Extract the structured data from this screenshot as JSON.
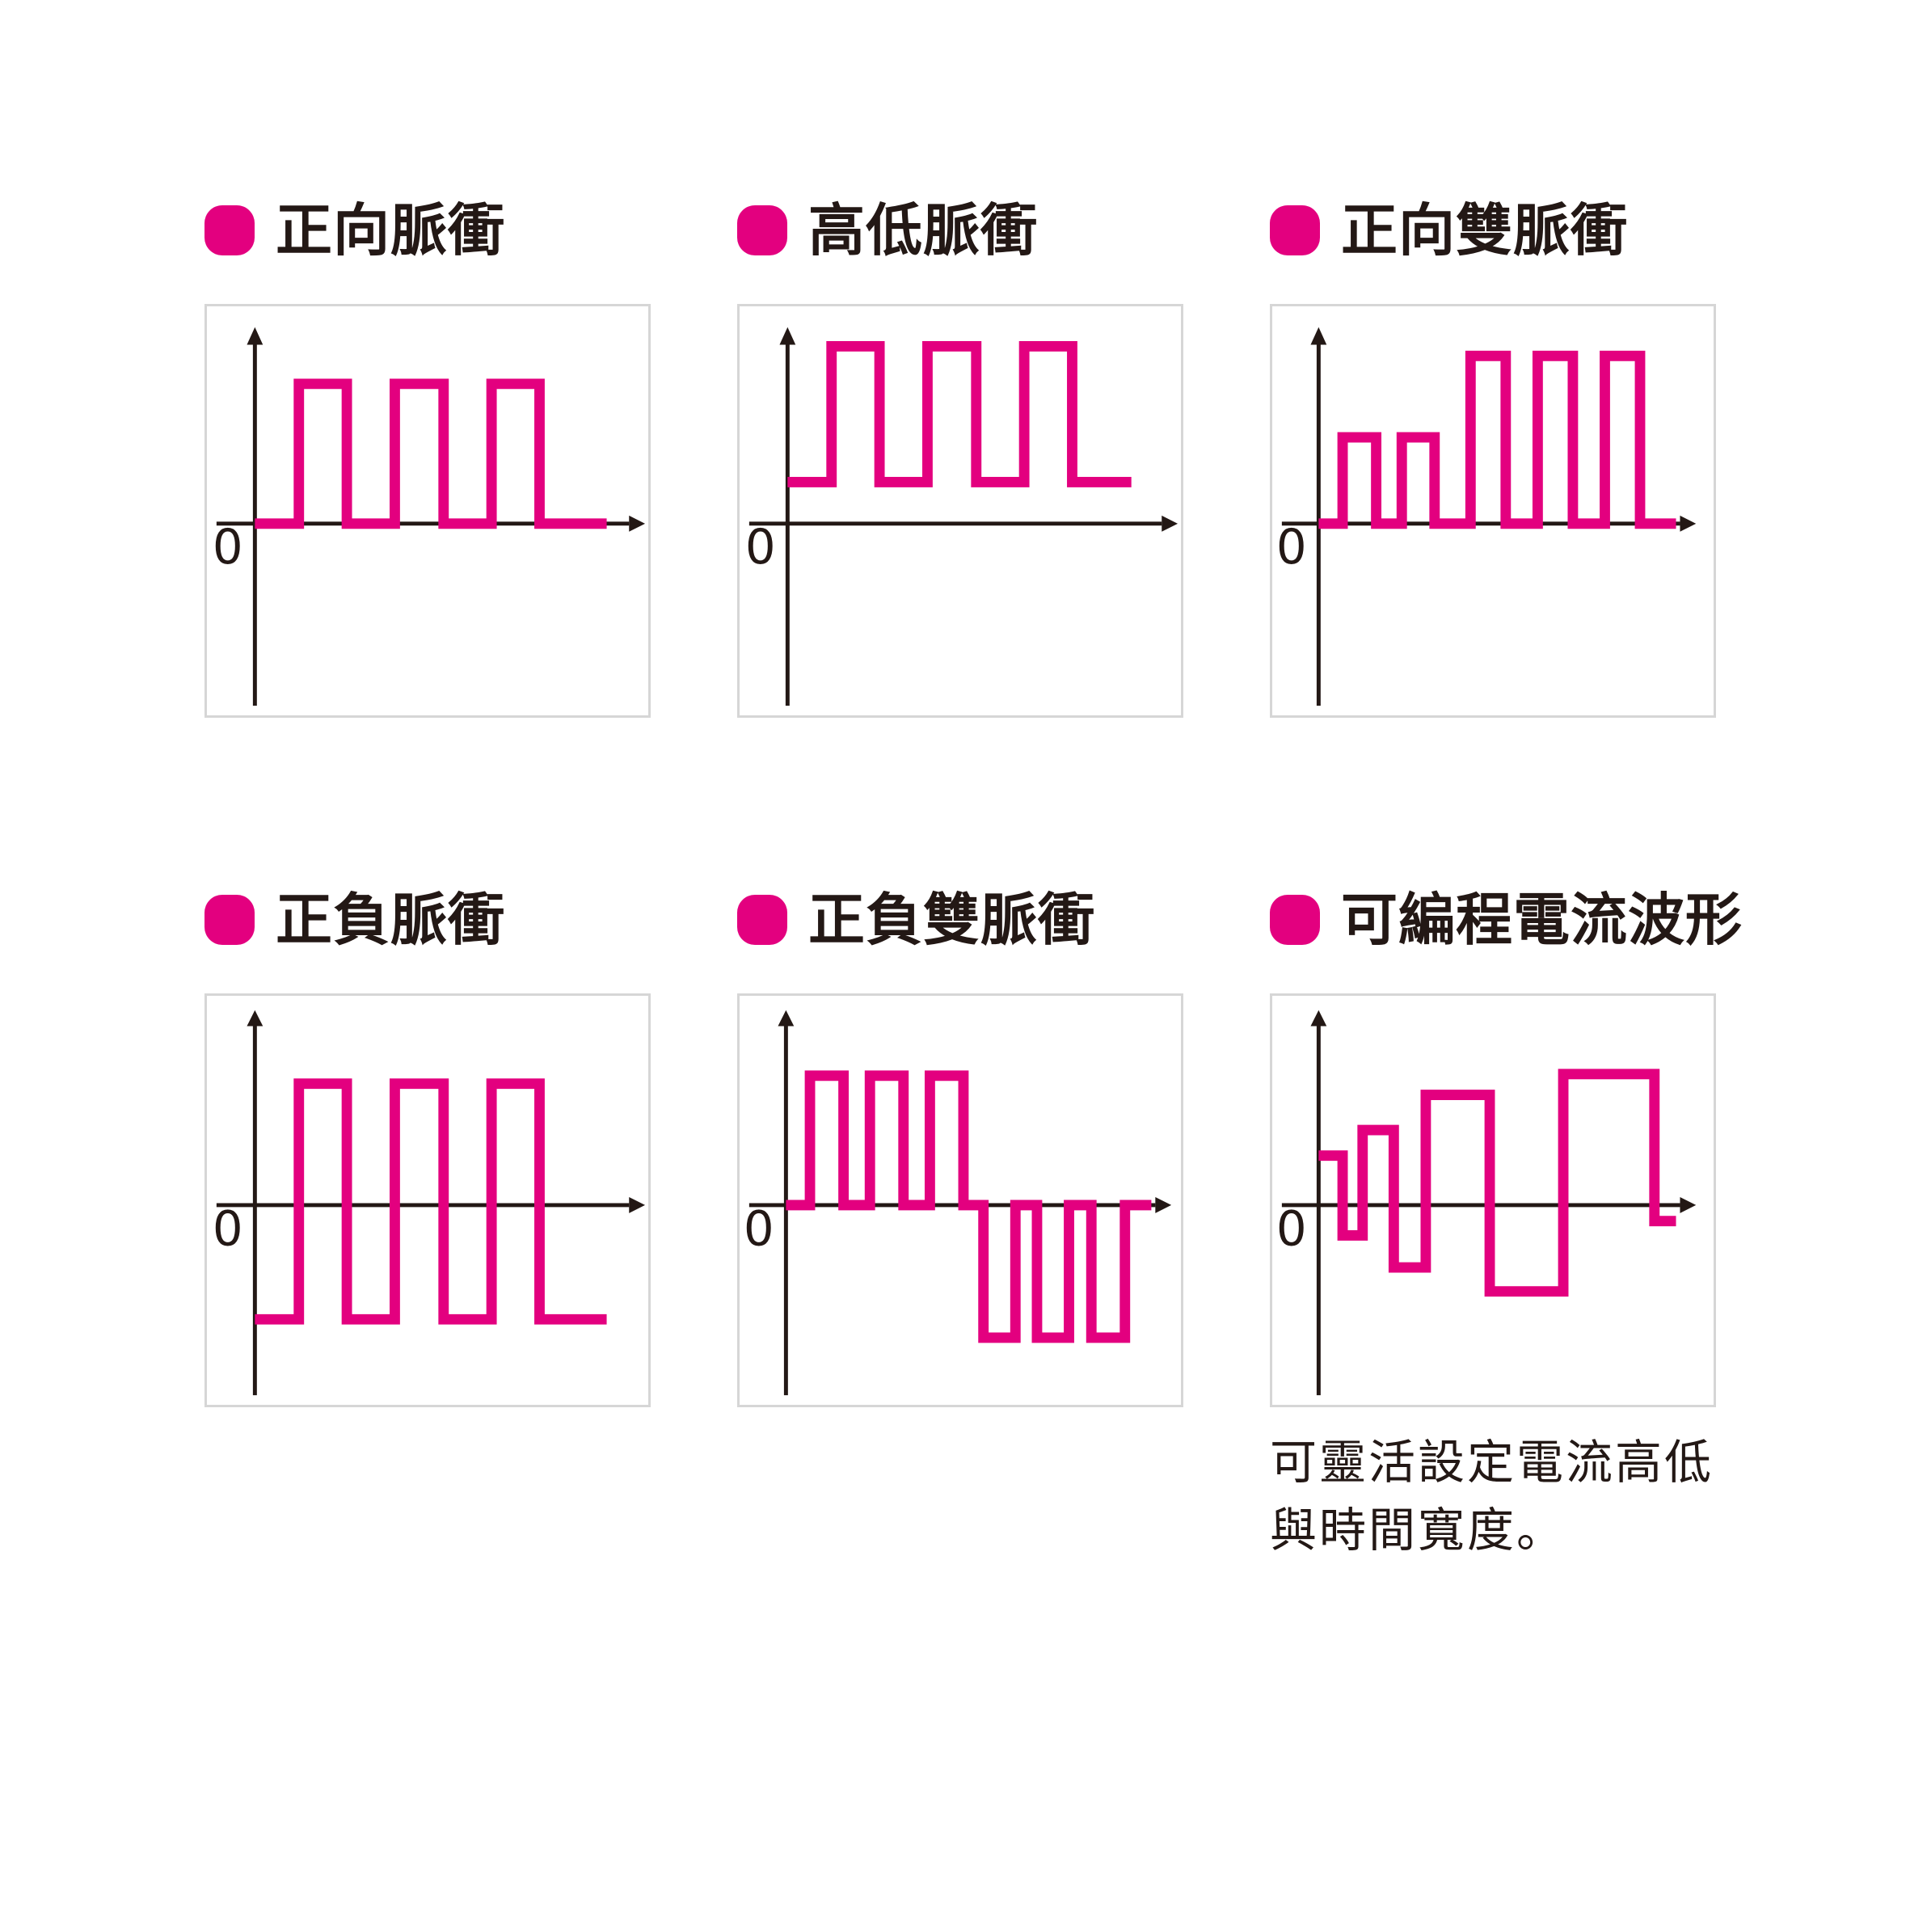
{
  "theme": {
    "accent": "#e3007f",
    "text": "#231815",
    "panel_border": "#d6d6d6",
    "axis": "#231815",
    "background": "#ffffff"
  },
  "zero_label": "0",
  "cards": [
    {
      "id": "forward-pulse",
      "title": "正向脈衝",
      "bullet": "bullet-dot",
      "caption": ""
    },
    {
      "id": "high-low-pulse",
      "title": "高低脈衝",
      "bullet": "bullet-dot",
      "caption": ""
    },
    {
      "id": "forward-double-pulse",
      "title": "正向雙脈衝",
      "bullet": "bullet-dot",
      "caption": ""
    },
    {
      "id": "positive-negative-pulse",
      "title": "正負脈衝",
      "bullet": "bullet-dot",
      "caption": ""
    },
    {
      "id": "positive-negative-double-pulse",
      "title": "正負雙脈衝",
      "bullet": "bullet-dot",
      "caption": ""
    },
    {
      "id": "programmable-current-waveform",
      "title": "可編程電流波形",
      "bullet": "bullet-dot",
      "caption": "可靈活設定電流高低與時間寬度。"
    }
  ],
  "chart_data": [
    {
      "type": "line",
      "id": "forward-pulse",
      "title": "正向脈衝",
      "xlabel": "time",
      "ylabel": "current",
      "ylim": [
        -1.4,
        1.4
      ],
      "xlim": [
        0,
        10
      ],
      "grid": false,
      "legend": "none",
      "annotations": [
        "0"
      ],
      "description": "Unipolar positive pulse train: three equal-height positive pulses returning to zero baseline.",
      "step_points": [
        [
          0.0,
          0.0
        ],
        [
          1.05,
          0.0
        ],
        [
          1.05,
          0.88
        ],
        [
          2.15,
          0.88
        ],
        [
          2.15,
          0.0
        ],
        [
          3.25,
          0.0
        ],
        [
          3.25,
          0.88
        ],
        [
          4.35,
          0.88
        ],
        [
          4.35,
          0.0
        ],
        [
          5.45,
          0.0
        ],
        [
          5.45,
          0.88
        ],
        [
          6.55,
          0.88
        ],
        [
          6.55,
          0.0
        ],
        [
          8.5,
          0.0
        ]
      ]
    },
    {
      "type": "line",
      "id": "high-low-pulse",
      "title": "高低脈衝",
      "xlabel": "time",
      "ylabel": "current",
      "ylim": [
        -1.4,
        1.4
      ],
      "xlim": [
        0,
        10
      ],
      "grid": false,
      "legend": "none",
      "annotations": [
        "0"
      ],
      "description": "Pulse train alternating between a high level and a non-zero low level, both above zero.",
      "high_level": 1.2,
      "low_level": 0.42,
      "step_points": [
        [
          0.0,
          0.42
        ],
        [
          1.05,
          0.42
        ],
        [
          1.05,
          1.2
        ],
        [
          2.15,
          1.2
        ],
        [
          2.15,
          0.42
        ],
        [
          3.25,
          0.42
        ],
        [
          3.25,
          1.2
        ],
        [
          4.35,
          1.2
        ],
        [
          4.35,
          0.42
        ],
        [
          5.45,
          0.42
        ],
        [
          5.45,
          1.2
        ],
        [
          6.55,
          1.2
        ],
        [
          6.55,
          0.42
        ],
        [
          8.5,
          0.42
        ]
      ]
    },
    {
      "type": "line",
      "id": "forward-double-pulse",
      "title": "正向雙脈衝",
      "xlabel": "time",
      "ylabel": "current",
      "ylim": [
        -1.4,
        1.4
      ],
      "xlim": [
        0,
        10
      ],
      "grid": false,
      "legend": "none",
      "annotations": [
        "0"
      ],
      "description": "Two short low-amplitude positive pulses followed by three tall positive pulses, all from zero baseline.",
      "small_amplitude": 0.46,
      "large_amplitude": 1.02,
      "step_points": [
        [
          0.0,
          0.0
        ],
        [
          0.62,
          0.0
        ],
        [
          0.62,
          0.46
        ],
        [
          1.28,
          0.46
        ],
        [
          1.28,
          0.0
        ],
        [
          1.92,
          0.0
        ],
        [
          1.92,
          0.46
        ],
        [
          2.58,
          0.46
        ],
        [
          2.58,
          0.0
        ],
        [
          3.55,
          0.0
        ],
        [
          3.55,
          1.02
        ],
        [
          4.3,
          1.02
        ],
        [
          4.3,
          0.0
        ],
        [
          5.05,
          0.0
        ],
        [
          5.05,
          1.02
        ],
        [
          5.8,
          1.02
        ],
        [
          5.8,
          0.0
        ],
        [
          6.55,
          0.0
        ],
        [
          6.55,
          1.02
        ],
        [
          7.3,
          1.02
        ],
        [
          7.3,
          0.0
        ],
        [
          8.5,
          0.0
        ]
      ]
    },
    {
      "type": "line",
      "id": "positive-negative-pulse",
      "title": "正負脈衝",
      "xlabel": "time",
      "ylabel": "current",
      "ylim": [
        -1.4,
        1.4
      ],
      "xlim": [
        0,
        10
      ],
      "grid": false,
      "legend": "none",
      "annotations": [
        "0"
      ],
      "description": "Bipolar square wave alternating between a positive level and a negative level.",
      "positive_level": 0.72,
      "negative_level": -0.72,
      "step_points": [
        [
          0.0,
          -0.72
        ],
        [
          1.05,
          -0.72
        ],
        [
          1.05,
          0.72
        ],
        [
          2.15,
          0.72
        ],
        [
          2.15,
          -0.72
        ],
        [
          3.25,
          -0.72
        ],
        [
          3.25,
          0.72
        ],
        [
          4.35,
          0.72
        ],
        [
          4.35,
          -0.72
        ],
        [
          5.45,
          -0.72
        ],
        [
          5.45,
          0.72
        ],
        [
          6.55,
          0.72
        ],
        [
          6.55,
          -0.72
        ],
        [
          8.1,
          -0.72
        ]
      ]
    },
    {
      "type": "line",
      "id": "positive-negative-double-pulse",
      "title": "正負雙脈衝",
      "xlabel": "time",
      "ylabel": "current",
      "ylim": [
        -1.4,
        1.4
      ],
      "xlim": [
        0,
        10
      ],
      "grid": false,
      "legend": "none",
      "annotations": [
        "0"
      ],
      "description": "Three positive pulses from zero, then three negative pulses from zero.",
      "positive_amplitude": 1.05,
      "negative_amplitude": -1.05,
      "step_points": [
        [
          0.0,
          0.0
        ],
        [
          0.62,
          0.0
        ],
        [
          0.62,
          1.05
        ],
        [
          1.28,
          1.05
        ],
        [
          1.28,
          0.0
        ],
        [
          1.92,
          0.0
        ],
        [
          1.92,
          1.05
        ],
        [
          2.58,
          1.05
        ],
        [
          2.58,
          0.0
        ],
        [
          3.25,
          0.0
        ],
        [
          3.25,
          1.05
        ],
        [
          3.9,
          1.05
        ],
        [
          3.9,
          0.0
        ],
        [
          4.55,
          0.0
        ],
        [
          4.55,
          -1.05
        ],
        [
          5.2,
          -1.05
        ],
        [
          5.2,
          0.0
        ],
        [
          5.85,
          0.0
        ],
        [
          5.85,
          -1.05
        ],
        [
          6.5,
          -1.05
        ],
        [
          6.5,
          0.0
        ],
        [
          7.15,
          0.0
        ],
        [
          7.15,
          -1.05
        ],
        [
          7.8,
          -1.05
        ],
        [
          7.8,
          0.0
        ],
        [
          8.5,
          0.0
        ]
      ]
    },
    {
      "type": "line",
      "id": "programmable-current-waveform",
      "title": "可編程電流波形",
      "xlabel": "time",
      "ylabel": "current",
      "ylim": [
        -1.4,
        1.4
      ],
      "xlim": [
        0,
        10
      ],
      "grid": false,
      "legend": "none",
      "annotations": [
        "0"
      ],
      "caption": "可靈活設定電流高低與時間寬度。",
      "description": "Freely programmable bipolar waveform with progressively larger positive and negative amplitudes and varying pulse widths.",
      "levels": [
        0.45,
        -0.28,
        0.8,
        -0.62,
        1.12,
        -0.9,
        1.4,
        -0.12
      ],
      "step_points": [
        [
          0.0,
          0.45
        ],
        [
          0.55,
          0.45
        ],
        [
          0.55,
          -0.28
        ],
        [
          1.1,
          -0.28
        ],
        [
          1.1,
          0.8
        ],
        [
          1.65,
          0.8
        ],
        [
          1.65,
          -0.62
        ],
        [
          2.4,
          -0.62
        ],
        [
          2.4,
          1.12
        ],
        [
          3.45,
          1.12
        ],
        [
          3.45,
          -0.9
        ],
        [
          4.7,
          -0.9
        ],
        [
          4.7,
          1.4
        ],
        [
          6.3,
          1.4
        ],
        [
          6.3,
          -0.12
        ],
        [
          6.95,
          -0.12
        ]
      ]
    }
  ]
}
